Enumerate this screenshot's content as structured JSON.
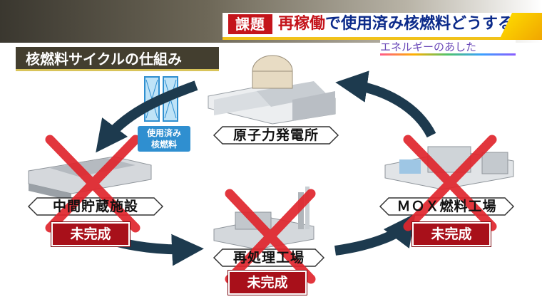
{
  "header": {
    "tag": "課題",
    "headline_highlight": "再稼働",
    "headline_rest": "で使用済み核燃料どうする？",
    "program": "エネルギーのあした"
  },
  "section_title": "核燃料サイクルの仕組み",
  "nodes": {
    "power_plant": {
      "label": "原子力発電所"
    },
    "interim_storage": {
      "label": "中間貯蔵施設",
      "status": "未完成"
    },
    "reprocessing": {
      "label": "再処理工場",
      "status": "未完成"
    },
    "mox_plant": {
      "label": "ＭＯＸ燃料工場",
      "status": "未完成"
    }
  },
  "spent_fuel": {
    "line1": "使用済み",
    "line2": "核燃料"
  },
  "colors": {
    "arrow": "#1d3a4e",
    "cross": "#e0262d",
    "badge": "#a8101a",
    "title_red": "#c4141b",
    "title_blue": "#0b2a8a"
  }
}
